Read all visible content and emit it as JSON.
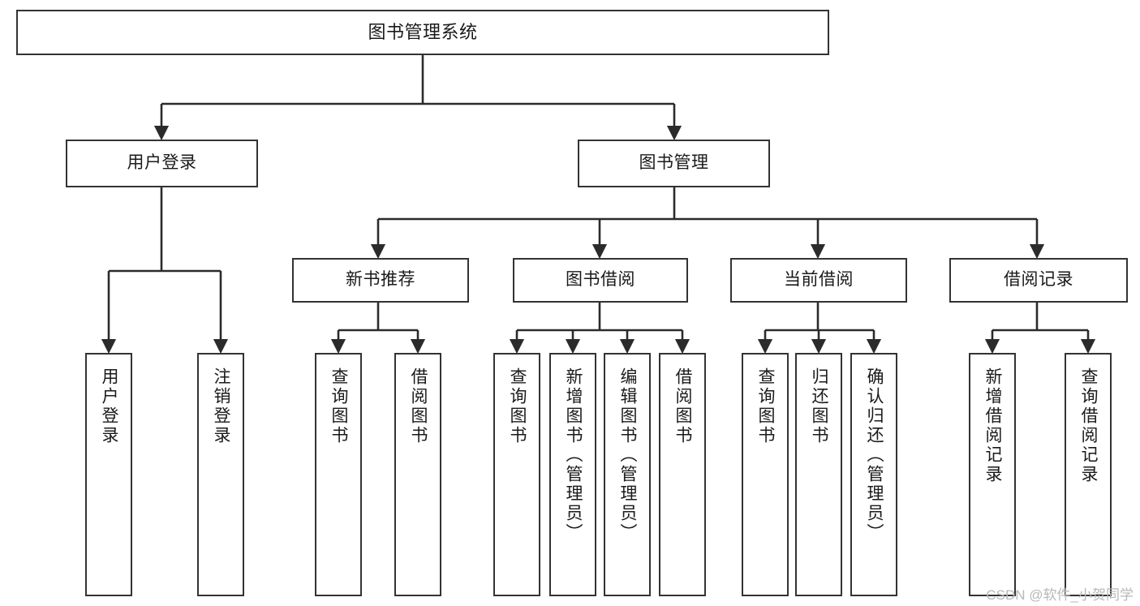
{
  "diagram": {
    "type": "tree",
    "title": "图书管理系统",
    "watermark": "CSDN @软件_小贺同学",
    "colors": {
      "box_border": "#333333",
      "box_fill": "#ffffff",
      "connector": "#2b2b2b",
      "text": "#1a1a1a",
      "watermark": "#b8b8b8",
      "background": "#ffffff"
    },
    "nodes": {
      "root": {
        "label": "图书管理系统"
      },
      "level2": [
        {
          "label": "用户登录"
        },
        {
          "label": "图书管理"
        }
      ],
      "level3": [
        {
          "label": "新书推荐"
        },
        {
          "label": "图书借阅"
        },
        {
          "label": "当前借阅"
        },
        {
          "label": "借阅记录"
        }
      ],
      "leaves": {
        "user_login": [
          {
            "label": "用户登录"
          },
          {
            "label": "注销登录"
          }
        ],
        "new_book_recommend": [
          {
            "label": "查询图书"
          },
          {
            "label": "借阅图书"
          }
        ],
        "book_borrow": [
          {
            "label": "查询图书"
          },
          {
            "label": "新增图书（管理员）"
          },
          {
            "label": "编辑图书（管理员）"
          },
          {
            "label": "借阅图书"
          }
        ],
        "current_borrow": [
          {
            "label": "查询图书"
          },
          {
            "label": "归还图书"
          },
          {
            "label": "确认归还（管理员）"
          }
        ],
        "borrow_record": [
          {
            "label": "新增借阅记录"
          },
          {
            "label": "查询借阅记录"
          }
        ]
      }
    }
  }
}
